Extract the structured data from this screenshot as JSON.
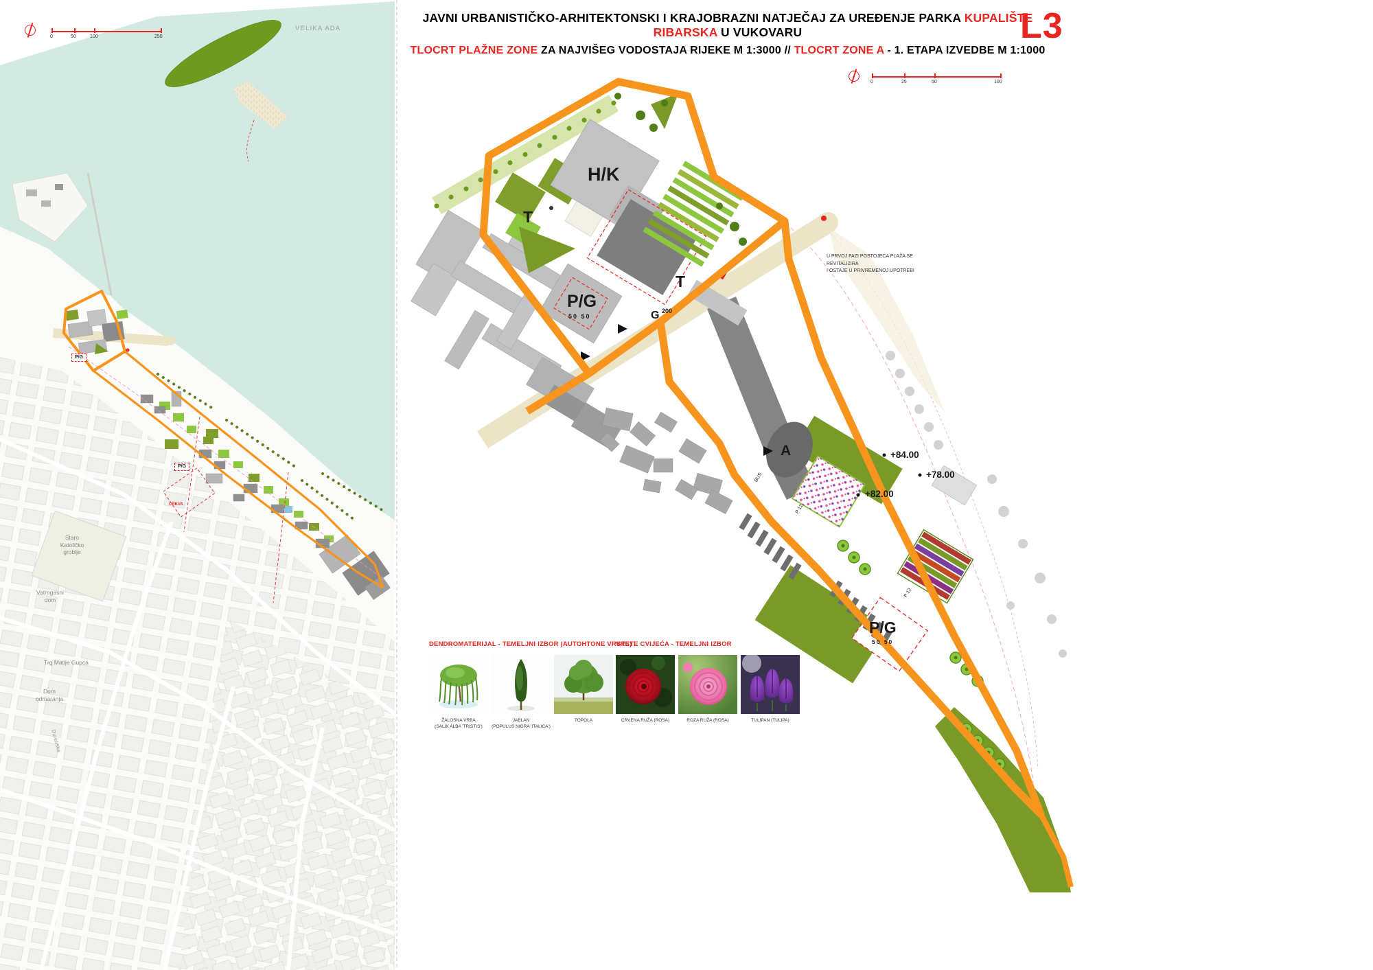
{
  "header": {
    "line1_pre": "JAVNI URBANISTIČKO-ARHITEKTONSKI I KRAJOBRAZNI NATJEČAJ ZA UREĐENJE PARKA ",
    "line1_red": "KUPALIŠTE RIBARSKA",
    "line1_post": " U VUKOVARU",
    "line2_red1": "TLOCRT PLAŽNE ZONE",
    "line2_mid": " ZA NAJVIŠEG VODOSTAJA RIJEKE M 1:3000  //  ",
    "line2_red2": "TLOCRT ZONE A",
    "line2_post": " - 1. ETAPA IZVEDBE M 1:1000",
    "sheet_no": "L3"
  },
  "left_map": {
    "scalebar_ticks": [
      "0",
      "50",
      "100",
      "250"
    ],
    "island_label": "VELIKA ADA",
    "pg_chip_1": "P/G",
    "pg_chip_2": "P/G",
    "church_label": "CRKVA",
    "cemetery_label": "Staro\nKatoličko\ngroblje",
    "fire_station_label": "Vatrogasni\ndom",
    "square_label": "Trg Matije Gupca",
    "rest_home_label": "Dom\nodmaranja",
    "street_label": "Dunavska"
  },
  "zone_plan": {
    "scalebar_ticks": [
      "0",
      "25",
      "50",
      "100"
    ],
    "labels": {
      "hk": "H/K",
      "t_upper": "T",
      "t_right": "T",
      "pg_top": "P/G",
      "pg_top_nums": "50      50",
      "g": "G",
      "g_num": "200",
      "a": "A",
      "bus": "BUS",
      "p12_a": "P 12",
      "p12_b": "P 12",
      "elev_84": "+84.00",
      "elev_78": "+78.00",
      "elev_82": "+82.00",
      "pg_bottom": "P/G",
      "pg_bottom_nums": "50    50"
    },
    "note_line1": "U PRVOJ FAZI POSTOJEĆA PLAŽA SE REVITALIZIRA",
    "note_line2": "I OSTAJE U PRIVREMENOJ UPOTREBI"
  },
  "legend": {
    "dendro_title": "DENDROMATERIJAL - TEMELJNI IZBOR (AUTOHTONE VRSTE)",
    "flower_title": "VRSTE CVIJEĆA - TEMELJNI IZBOR",
    "items": [
      {
        "caption": "ŽALOSNA VRBA\n(SALIX ALBA 'TRISTIS')"
      },
      {
        "caption": "JABLAN\n(POPULUS NIGRA 'ITALICA')"
      },
      {
        "caption": "TOPOLA"
      },
      {
        "caption": "CRVENA RUŽA (ROSA)"
      },
      {
        "caption": "ROZA RUŽA (ROSA)"
      },
      {
        "caption": "TULIPAN (TULIPA)"
      }
    ]
  },
  "colors": {
    "accent_red": "#e8251f",
    "route_orange": "#f7941d",
    "water": "#d3eae3",
    "green_bright": "#8dc63f",
    "green_olive": "#7a9a28",
    "road_beige": "#ece4c6"
  }
}
